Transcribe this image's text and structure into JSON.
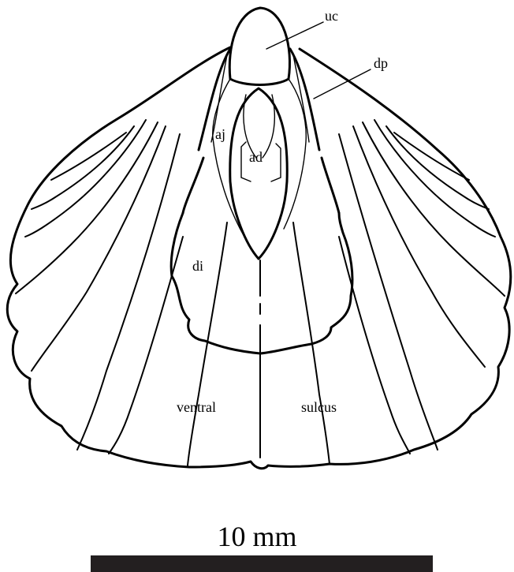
{
  "labels": {
    "uc": "uc",
    "dp": "dp",
    "aj": "aj",
    "ad": "ad",
    "di": "di",
    "ventral": "ventral",
    "sulcus": "sulcus"
  },
  "scale_bar": {
    "label": "10 mm"
  },
  "colors": {
    "ink": "#000000",
    "background": "#ffffff"
  }
}
